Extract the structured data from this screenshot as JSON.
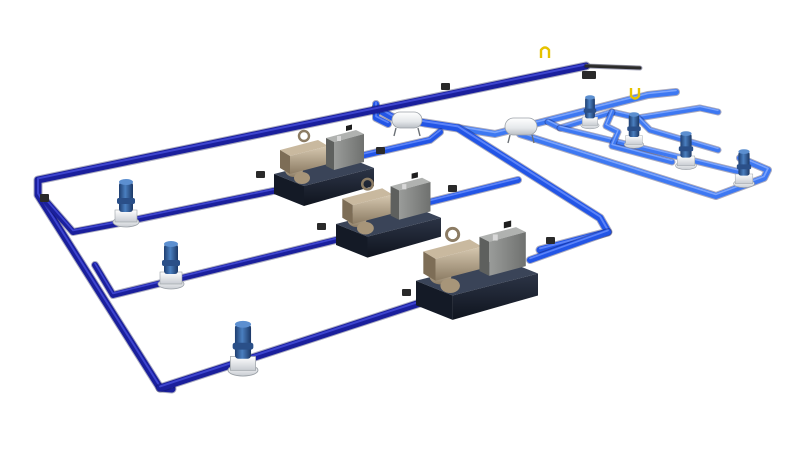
{
  "diagram": {
    "colors": {
      "background": "#ffffff",
      "primary_loop_pipe": "#1a1f9c",
      "primary_loop_highlight": "#4a52e0",
      "supply_pipe": "#2255e6",
      "supply_highlight": "#6f93ff",
      "light_pipe": "#3d78f2",
      "light_highlight": "#8fb1ff",
      "pump_body": "#2f5f9e",
      "pump_flange": "#e9ecef",
      "chiller_base": "#1b2230",
      "chiller_panel": "#8a8c8a",
      "compressor": "#b8a890",
      "tank": "#eef0f2",
      "valve_yellow": "#e6c200",
      "sensor_box": "#2a2a2a"
    },
    "components": {
      "chillers": 3,
      "primary_pumps": 3,
      "secondary_pumps": 4,
      "expansion_tanks": 2
    }
  }
}
